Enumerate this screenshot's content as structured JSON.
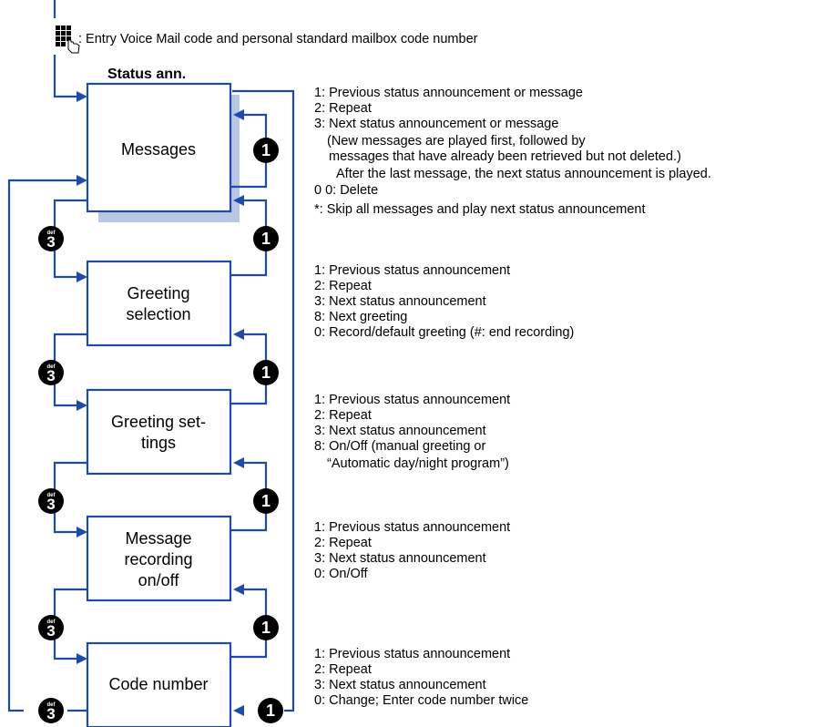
{
  "entry": {
    "icon": "keypad-hand-icon",
    "text": ": Entry Voice Mail code and personal standard mailbox code number"
  },
  "header": "Status ann.",
  "keys": {
    "back": "1",
    "next": "3",
    "next_letters": "def"
  },
  "colors": {
    "line": "#1f4aa8",
    "shadow": "#b8c7e6",
    "key": "#000000"
  },
  "boxes": [
    {
      "label": [
        "Messages"
      ],
      "options": [
        "1: Previous status announcement or message",
        "2: Repeat",
        "3: Next status announcement or message",
        "(New messages are played first, followed by",
        "messages that have already been retrieved but not deleted.)",
        "After the last message, the next status announcement is played.",
        "0 0: Delete",
        "*: Skip all messages and play next status announcement"
      ]
    },
    {
      "label": [
        "Greeting",
        "selection"
      ],
      "options": [
        "1: Previous status announcement",
        "2: Repeat",
        "3: Next status announcement",
        "8: Next greeting",
        "0: Record/default greeting (#: end recording)"
      ]
    },
    {
      "label": [
        "Greeting set-",
        "tings"
      ],
      "options": [
        "1: Previous status announcement",
        "2: Repeat",
        "3: Next status announcement",
        "8: On/Off (manual greeting or",
        "“Automatic day/night program”)"
      ]
    },
    {
      "label": [
        "Message",
        "recording",
        "on/off"
      ],
      "options": [
        "1: Previous status announcement",
        "2: Repeat",
        "3: Next status announcement",
        "0: On/Off"
      ]
    },
    {
      "label": [
        "Code number"
      ],
      "options": [
        "1: Previous status announcement",
        "2: Repeat",
        "3: Next status announcement",
        "0: Change; Enter code number twice"
      ]
    }
  ]
}
